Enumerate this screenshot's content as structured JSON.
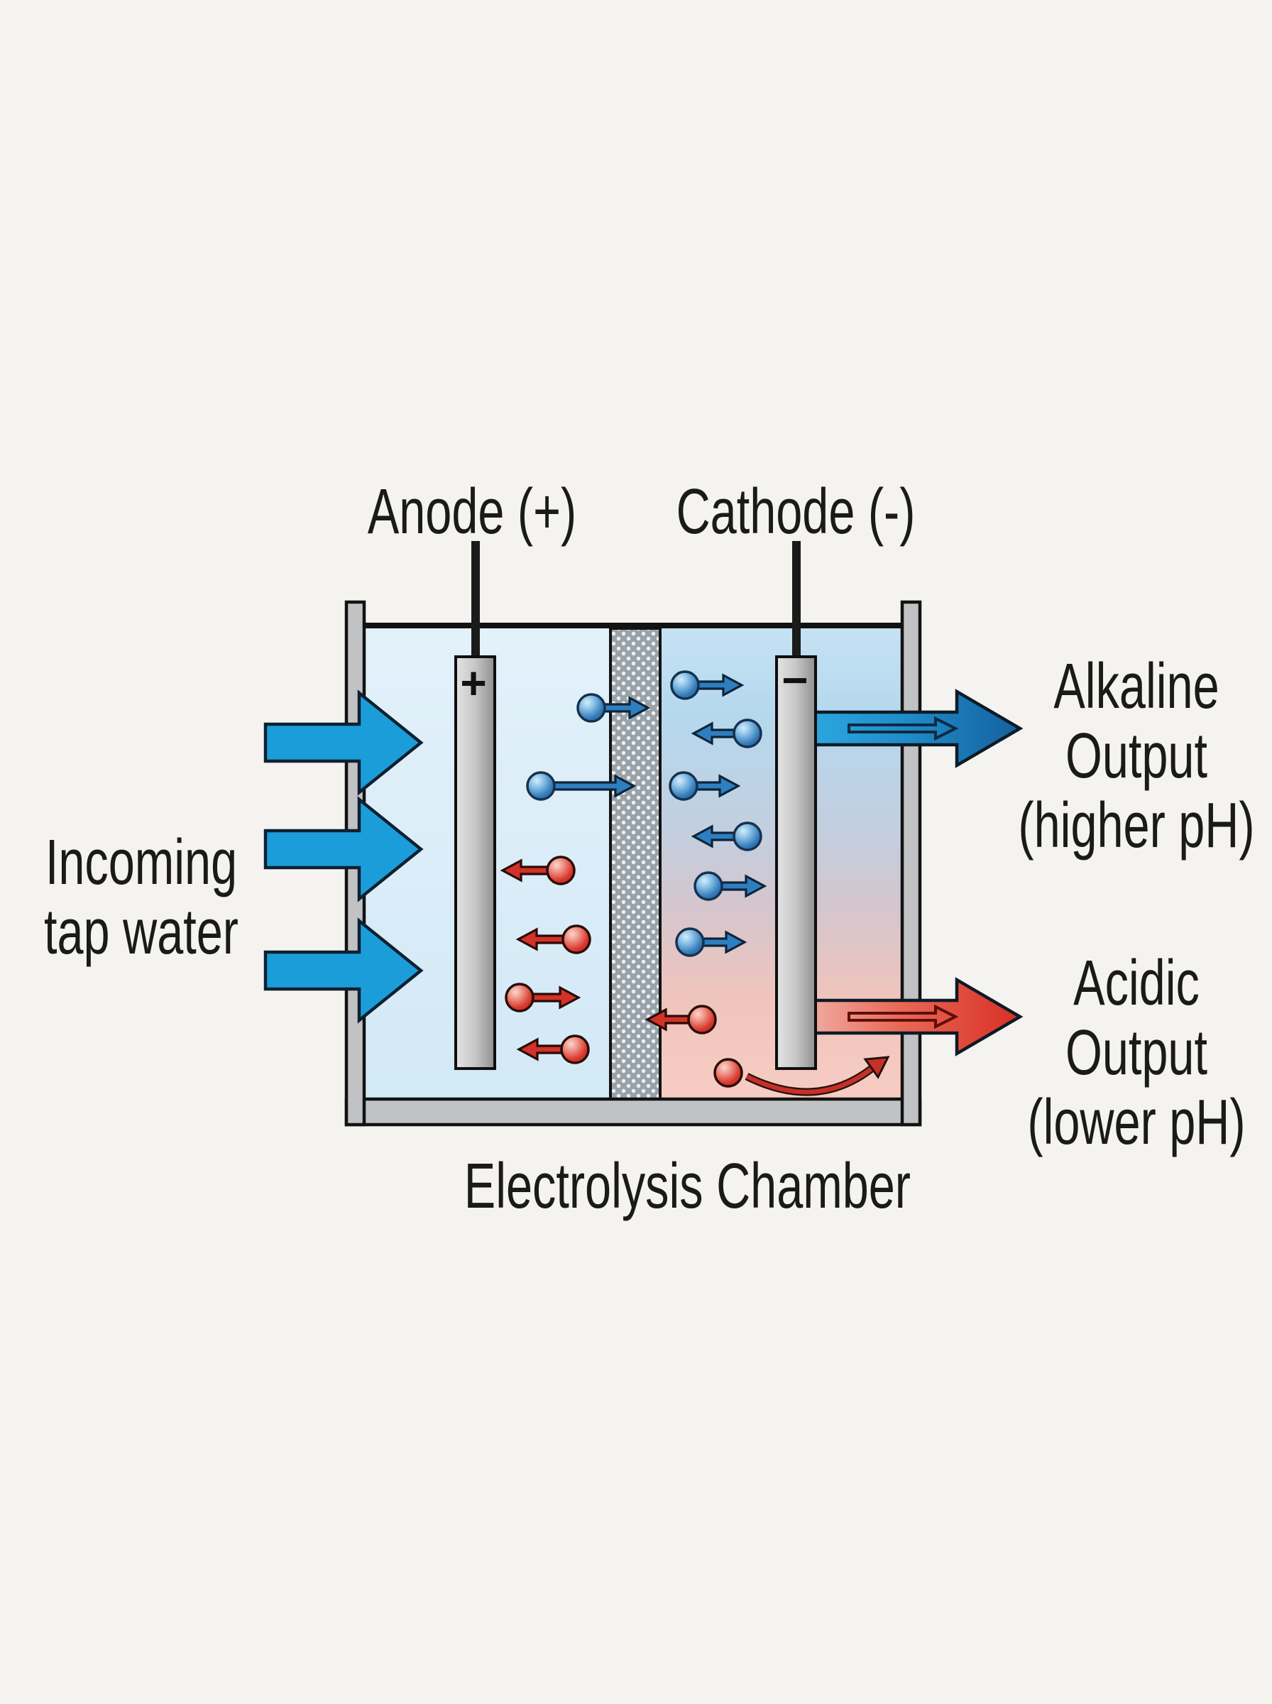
{
  "labels": {
    "anode": "Anode (+)",
    "cathode": "Cathode (-)",
    "anode_sign": "+",
    "cathode_sign": "−",
    "incoming": {
      "line1": "Incoming",
      "line2": "tap water"
    },
    "alkaline_output": {
      "line1": "Alkaline",
      "line2": "Output",
      "line3": "(higher pH)"
    },
    "acidic_output": {
      "line1": "Acidic",
      "line2": "Output",
      "line3": "(lower pH)"
    },
    "chamber": "Electrolysis Chamber"
  },
  "colors": {
    "bg": "#f4f3f0",
    "text": "#1a1a1a",
    "tank_wall": "#c0c2c4",
    "membrane": "#9aa2a9",
    "membrane_dot": "#eef2f5",
    "water_left": "#d7ebf7",
    "water_right_top": "#b5d8ee",
    "water_right_bottom": "#f6ccc3",
    "inflow_blue": "#1b9dd9",
    "ion_blue": "#2e7fc0",
    "ion_red": "#d23228",
    "alkaline_deep_blue": "#15609f",
    "acidic_red": "#d92f25"
  }
}
